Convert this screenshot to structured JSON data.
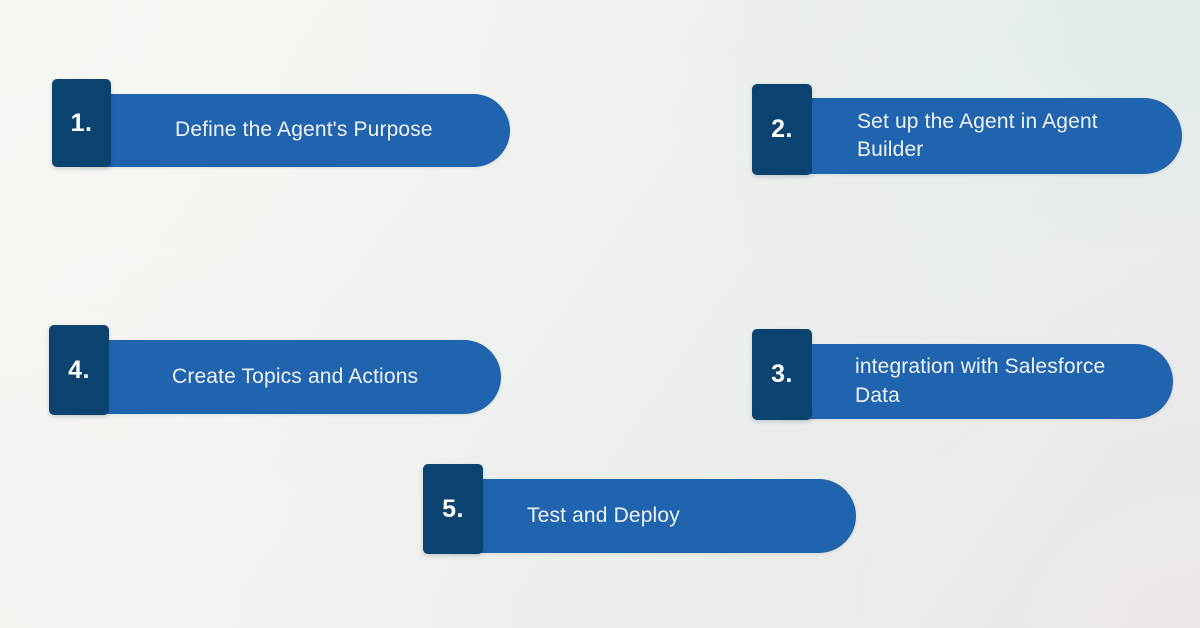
{
  "theme": {
    "number_block_color": "#0A4370",
    "bar_color": "#2063AF",
    "label_color": "#EEF3F5",
    "number_color": "#FFFFFF",
    "background_start": "#F7F6F1",
    "background_end": "#EDE8EA"
  },
  "steps": [
    {
      "number": "1.",
      "label": "Define the Agent's Purpose"
    },
    {
      "number": "2.",
      "label": "Set up the Agent in Agent\nBuilder"
    },
    {
      "number": "3.",
      "label": "integration with Salesforce\nData"
    },
    {
      "number": "4.",
      "label": "Create Topics and Actions"
    },
    {
      "number": "5.",
      "label": "Test and Deploy"
    }
  ]
}
